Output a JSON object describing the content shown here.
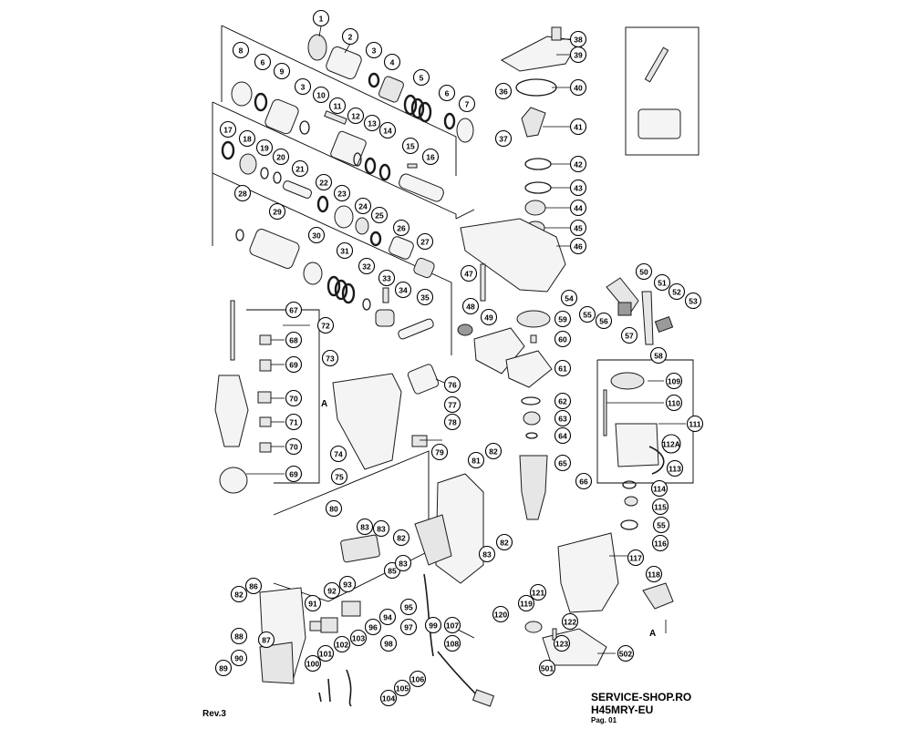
{
  "footer": {
    "revision": "Rev.3",
    "site": "SERVICE-SHOP.RO",
    "model": "H45MRY-EU",
    "page": "Pag. 01"
  },
  "reference_letters": [
    "A",
    "A"
  ],
  "callouts": [
    "1",
    "2",
    "3",
    "4",
    "5",
    "6",
    "7",
    "8",
    "6",
    "9",
    "3",
    "10",
    "11",
    "12",
    "13",
    "14",
    "15",
    "16",
    "17",
    "18",
    "19",
    "20",
    "21",
    "22",
    "23",
    "24",
    "25",
    "26",
    "27",
    "28",
    "29",
    "30",
    "31",
    "32",
    "33",
    "34",
    "35",
    "36",
    "37",
    "38",
    "39",
    "40",
    "41",
    "42",
    "43",
    "44",
    "45",
    "46",
    "47",
    "48",
    "49",
    "50",
    "51",
    "52",
    "53",
    "54",
    "55",
    "56",
    "57",
    "58",
    "59",
    "60",
    "61",
    "62",
    "63",
    "64",
    "65",
    "66",
    "67",
    "68",
    "69",
    "70",
    "71",
    "70",
    "69",
    "72",
    "73",
    "74",
    "75",
    "76",
    "77",
    "78",
    "79",
    "80",
    "81",
    "82",
    "83",
    "82",
    "83",
    "83",
    "82",
    "85",
    "83",
    "82",
    "86",
    "87",
    "88",
    "89",
    "90",
    "91",
    "92",
    "93",
    "94",
    "95",
    "96",
    "97",
    "98",
    "99",
    "100",
    "101",
    "102",
    "103",
    "104",
    "105",
    "106",
    "107",
    "108",
    "109",
    "110",
    "111",
    "112A",
    "113",
    "114",
    "115",
    "116",
    "117",
    "118",
    "119",
    "120",
    "121",
    "122",
    "123",
    "501",
    "502",
    "55"
  ]
}
